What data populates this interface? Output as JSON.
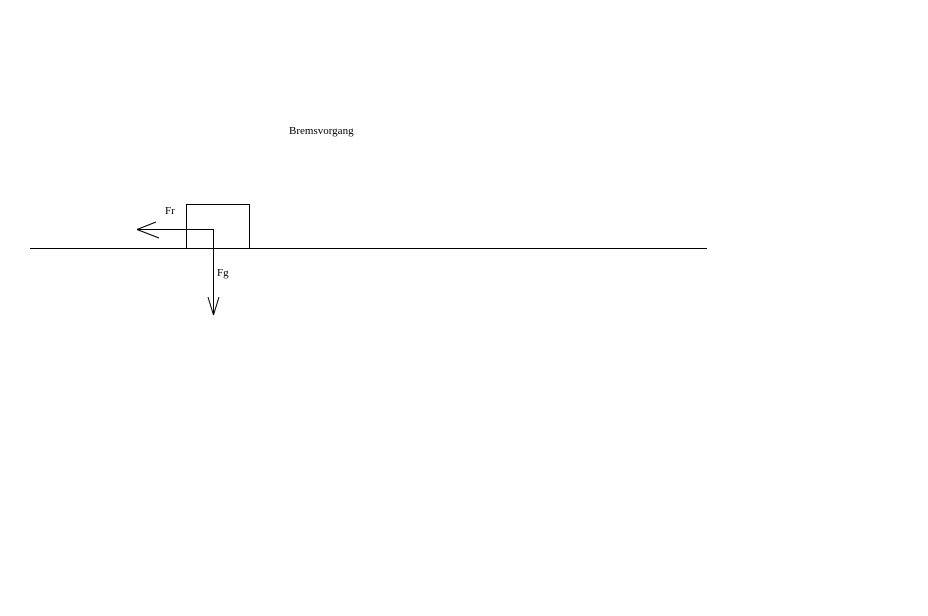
{
  "diagram": {
    "title": "Bremsvorgang",
    "forces": {
      "friction_label": "Fr",
      "gravity_label": "Fg"
    },
    "colors": {
      "background": "#ffffff",
      "stroke": "#000000",
      "text": "#000000"
    }
  }
}
